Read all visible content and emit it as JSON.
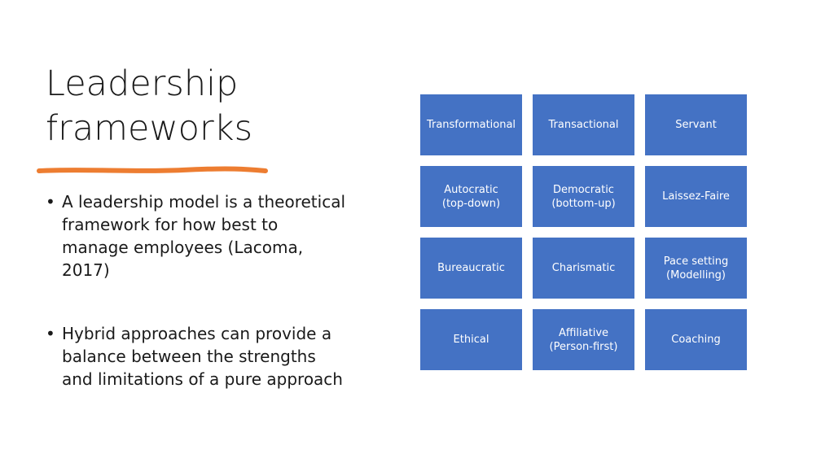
{
  "slide": {
    "title_lines": [
      "Leadership",
      "frameworks"
    ],
    "accent_color": "#ed7d31",
    "bullets": [
      {
        "text": "A leadership model is a theoretical framework for how best to manage employees (Lacoma, 2017)"
      },
      {
        "text": "Hybrid approaches can provide a balance between the strengths and limitations of a pure approach"
      }
    ],
    "grid": {
      "color": "#4472c4",
      "cells": [
        {
          "label": "Transformational"
        },
        {
          "label": "Transactional"
        },
        {
          "label": "Servant"
        },
        {
          "label": "Autocratic\n(top-down)"
        },
        {
          "label": "Democratic\n(bottom-up)"
        },
        {
          "label": "Laissez-Faire"
        },
        {
          "label": "Bureaucratic"
        },
        {
          "label": "Charismatic"
        },
        {
          "label": "Pace setting\n(Modelling)"
        },
        {
          "label": "Ethical"
        },
        {
          "label": "Affiliative\n(Person-first)"
        },
        {
          "label": "Coaching"
        }
      ]
    }
  }
}
